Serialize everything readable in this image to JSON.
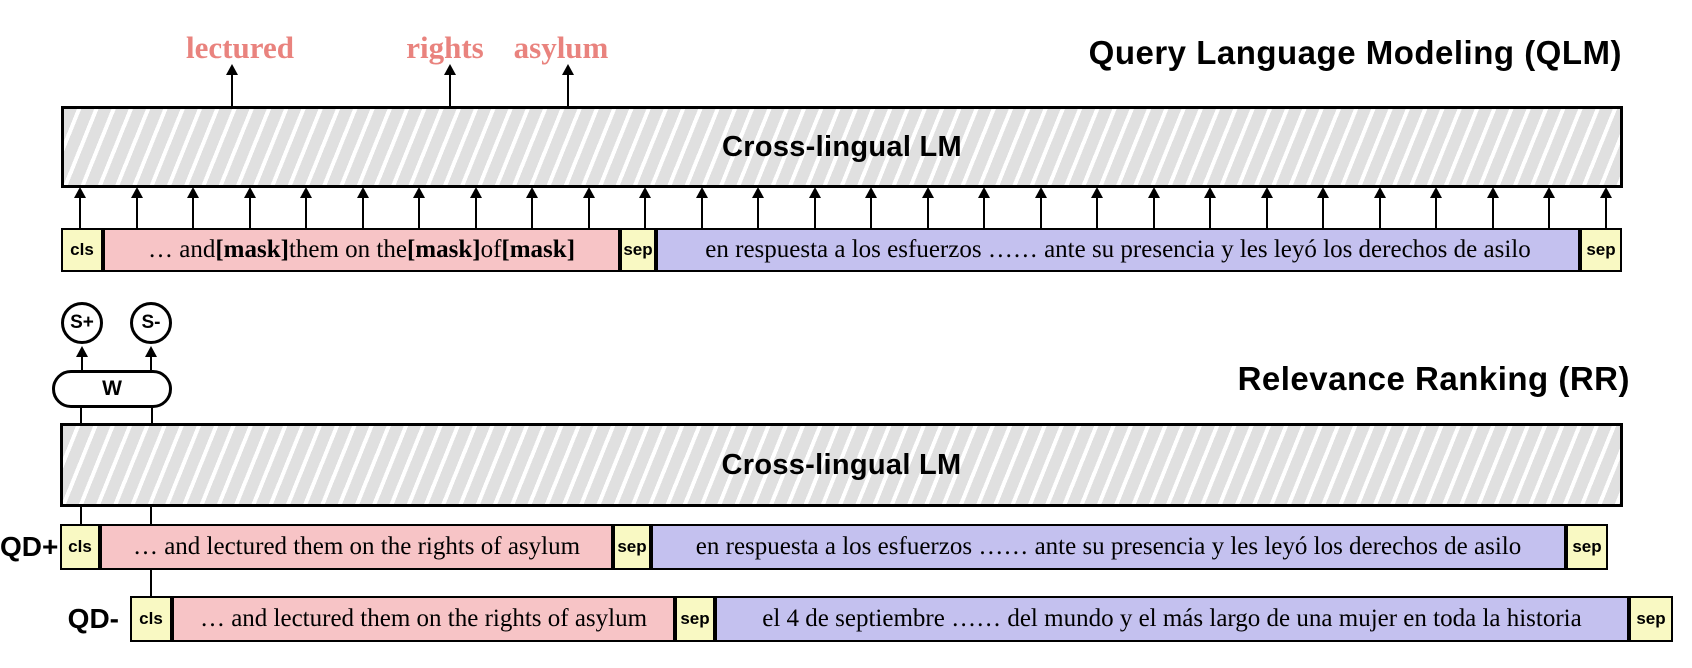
{
  "colors": {
    "query_fill": "#f7c4c6",
    "doc_fill": "#c4c1ef",
    "tag_fill": "#f9f9c3",
    "predicted_word": "#e9837e",
    "hatch_gray": "#e0e0e0",
    "line": "#000000"
  },
  "qlm": {
    "title": "Query Language Modeling (QLM)",
    "lm_label": "Cross-lingual LM",
    "predicted_tokens": [
      "lectured",
      "rights",
      "asylum"
    ],
    "input_arrow_count": 28,
    "tokens": {
      "cls": "cls",
      "query_parts": [
        {
          "text": "… and ",
          "bold": false
        },
        {
          "text": "[mask]",
          "bold": true
        },
        {
          "text": " them on the ",
          "bold": false
        },
        {
          "text": "[mask]",
          "bold": true
        },
        {
          "text": " of ",
          "bold": false
        },
        {
          "text": "[mask]",
          "bold": true
        }
      ],
      "sep1": "sep",
      "document": "en respuesta a los esfuerzos …… ante su presencia y les leyó los derechos de asilo",
      "sep2": "sep"
    }
  },
  "rr": {
    "title": "Relevance Ranking (RR)",
    "lm_label": "Cross-lingual LM",
    "score_positive": "S+",
    "score_negative": "S-",
    "weight_label": "W",
    "pairs": [
      {
        "label": "QD+",
        "cls": "cls",
        "query": "… and lectured them on the rights of asylum",
        "sep1": "sep",
        "document": "en respuesta a los esfuerzos …… ante su presencia y les leyó los derechos de asilo",
        "sep2": "sep"
      },
      {
        "label": "QD-",
        "cls": "cls",
        "query": "… and lectured them on the rights of asylum",
        "sep1": "sep",
        "document": "el 4 de septiembre …… del mundo y el más largo de una mujer en toda la historia",
        "sep2": "sep"
      }
    ]
  }
}
